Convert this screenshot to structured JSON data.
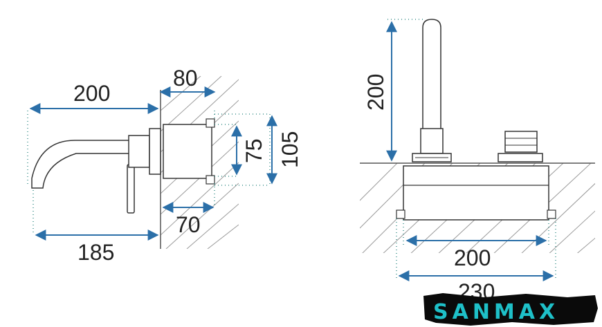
{
  "left_view": {
    "dims": {
      "top_width": "200",
      "wall_depth": "80",
      "body_depth": "70",
      "spout_reach": "185",
      "inner_height": "75",
      "outer_height": "105"
    }
  },
  "right_view": {
    "dims": {
      "spout_height": "200",
      "box_width": "200",
      "plate_width": "230"
    }
  },
  "brand": {
    "name": "SANMAX"
  },
  "colors": {
    "line": "#333333",
    "arrow": "#2b6fa8",
    "dots": "#3a8f8a",
    "hatch": "#999999",
    "brand": "#1ec0c8"
  }
}
